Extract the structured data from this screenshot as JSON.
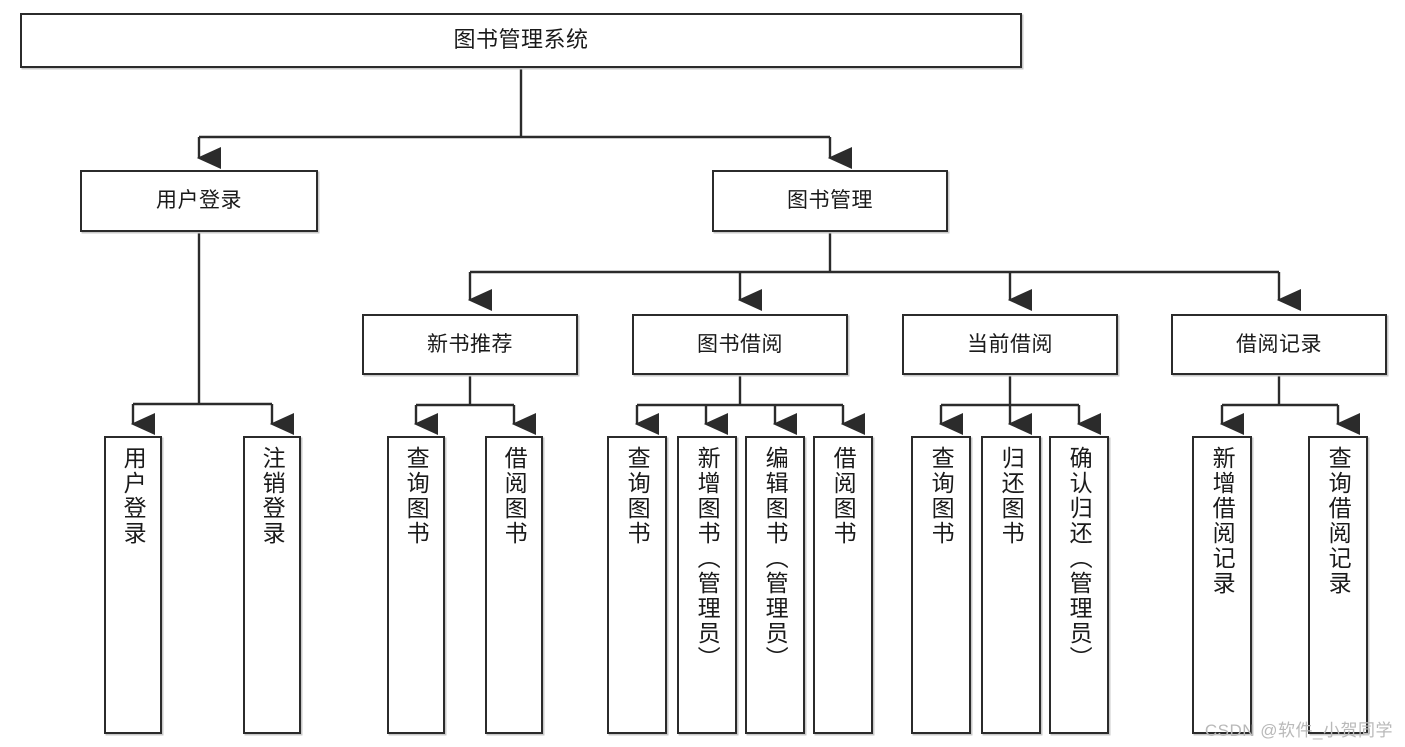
{
  "diagram": {
    "title": "图书管理系统",
    "type": "tree",
    "watermark": "CSDN @软件_小贺同学"
  },
  "nodes": {
    "root": {
      "label": "图书管理系统"
    },
    "level1": [
      {
        "label": "用户登录"
      },
      {
        "label": "图书管理"
      }
    ],
    "level2": [
      {
        "label": "新书推荐"
      },
      {
        "label": "图书借阅"
      },
      {
        "label": "当前借阅"
      },
      {
        "label": "借阅记录"
      }
    ],
    "leaves": {
      "user_login": [
        {
          "label": "用户登录"
        },
        {
          "label": "注销登录"
        }
      ],
      "new_book_recommend": [
        {
          "label": "查询图书"
        },
        {
          "label": "借阅图书"
        }
      ],
      "book_borrow": [
        {
          "label": "查询图书"
        },
        {
          "label": "新增图书（管理员）"
        },
        {
          "label": "编辑图书（管理员）"
        },
        {
          "label": "借阅图书"
        }
      ],
      "current_borrow": [
        {
          "label": "查询图书"
        },
        {
          "label": "归还图书"
        },
        {
          "label": "确认归还（管理员）"
        }
      ],
      "borrow_record": [
        {
          "label": "新增借阅记录"
        },
        {
          "label": "查询借阅记录"
        }
      ]
    }
  },
  "colors": {
    "box_border": "#2b2b2b",
    "box_fill": "#ffffff",
    "connector": "#2b2b2b",
    "text": "#1a1a1a",
    "watermark": "#b9b9b9"
  }
}
